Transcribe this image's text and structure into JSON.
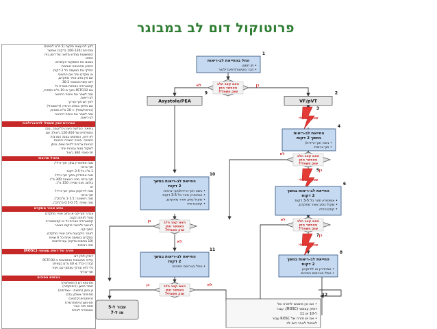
{
  "title": "פרוטוקול דום לב במבוגר",
  "sidebar": {
    "sections": [
      {
        "head": "",
        "lines": [
          "לחץ להיעשות חזקות (5 ס\"מ לפחות)",
          "ומהירות (100-120 בדקה) ואפשר",
          "התפשטות מחדש מלאה של דופן בית",
          "החזה.",
          "צמצם את הפסקות העיסויים.",
          "הימנע מהנשמה מוגזמת.",
          "החלף את המעסה כל 2 דקות,",
          "או מוקדם יותר אם התעייף.",
          "אם אין נתיב אוויר מתקדם,",
          "יחס עיסוי:הנשמה 30:2.",
          "קפנוגרפיה כמותית בצורת גל",
          "אם PETCO2 נמוך מ-10 מ\"מ כספית,",
          "נסה לשפר את איכות החייאה",
          "לב-ריאות.",
          "לחץ דם תוך-עורקי",
          "אם הלחץ בשלב הרפיה (דיאסטולי)",
          "(הרפיה/סולי) < 20 מ\"מ כספית,",
          "נסה לשפר את איכות החייאה",
          "לב-ריאות."
        ]
      },
      {
        "head": "אנרגיית שוק חשמלי לדפיברילציה",
        "lines": [
          "ביפאזי: המלצת היצרן (לדוגמה, מנה",
          "התחלתית של 120-200 ג'אול); אם",
          "לא ידוע, השתמש במנה המרבית",
          "הזמינה. המנה השנייה והמנות",
          "הבאות צריכות להיות שוות, וניתן",
          "לשקול מנות גבוהות יותר.",
          "חד-פאזי: 360 ג'אול"
        ]
      },
      {
        "head": "טיפול תרופתי",
        "lines": [
          "מנת אפינפרין בתוך תוך-ורידי/",
          "תוך-גרמי:",
          "1 מ\"ג כל 3-5 דקות",
          "מנת אמיודרון בתוך תוך-ורידי/",
          "תוך-גרמי: מנה ראשונה 300 מ\"ג",
          "בולוס. מנה שנייה: 150 מ\"ג.",
          "או",
          "מנת לידוקאין בתוך תוך-ורידי/",
          "תוך-גרמי:",
          "מנה ראשונה: 1-1.5 מ\"ג/ק\"ג.",
          "מנה שנייה: 0.5-0.75 מ\"ג/ק\"ג."
        ]
      },
      {
        "head": "נתיב אוויר מתקדם",
        "lines": [
          "צנרור תוך-קני או נתיב אוויר מתקדם",
          "מעל לפתח הקנה.",
          "קפנוגרפיה בצורת גל או קפנומטריה",
          "לאישור ולניטור מיקום הצינור",
          "התוך-קני.",
          "לאחר היקבעות נתיב אוויר מתקדם,",
          "התקדם בנשימה אחת כל 6 שניות",
          "(10 נשימות בדקה) עם לחיצות",
          "חזה רציפות."
        ]
      },
      {
        "head": "חזרה של דופק עצמוני (ROSC)",
        "lines": [
          "דופק ולחץ דם",
          "עלייה פתאומית ומתמשכת ב-PETCO2",
          "(בדרך-כלל ≥ 40 מ\"מ כספית)",
          "גלי לחץ עורקי עצמוני עם ניטור",
          "תוך-עורקי"
        ]
      },
      {
        "head": "גורמים הפיכים",
        "lines": [
          "תת-נפח דם (היפוולמיה)",
          "חוסר חמצן (היפוקסיה)",
          "יון מימן (חמצת - אצידוזיס)",
          "תת-/יתר-אשלגן בדם",
          "(היפו/היפרקלמיה)",
          "תת-חום (היפותרמיה)",
          "מתח חזה אוויר",
          "טמפונדה לבבית"
        ]
      }
    ]
  },
  "flow": {
    "box1": {
      "num": "1",
      "title": "החל בהחייאת לב-ריאות",
      "lines": [
        "תן חמצן",
        "חבר מוניטור/דפיברילטור"
      ]
    },
    "box2": {
      "num": "2",
      "label": "VF/pVT"
    },
    "box9": {
      "num": "9",
      "label": "Asystole/PEA"
    },
    "d1": {
      "lines": [
        "האם קצב הלב",
        "מאפשר מתן",
        "שוק חשמלי?"
      ],
      "yes": "כן",
      "no": "לא"
    },
    "shock3": {
      "num": "3",
      "label": "שוק חשמלי"
    },
    "box4": {
      "num": "4",
      "title": "החייאת לב-ריאות",
      "sub": "במשך 2 דקות",
      "lines": [
        "גישה תוך-ורידית/",
        "תוך-גרמית"
      ]
    },
    "d2": {
      "lines": [
        "האם קצב הלב",
        "מאפשר מתן",
        "שוק חשמלי?"
      ],
      "yes": "כן",
      "no": "לא"
    },
    "shock5": {
      "num": "5",
      "label": "שוק חשמלי"
    },
    "box6": {
      "num": "6",
      "title": "החייאת לב-ריאות במשך",
      "sub": "2 דקות",
      "lines": [
        "אפינפרין חזור כל 3-5 דקות",
        "שקול נתיב אוויר מתקדם,",
        "קפנוגרפיה"
      ]
    },
    "d3": {
      "lines": [
        "האם קצב הלב",
        "מאפשר מתן",
        "שוק חשמלי?"
      ],
      "yes": "כן",
      "no": "לא"
    },
    "shock7": {
      "num": "7",
      "label": "שוק חשמלי"
    },
    "box8": {
      "num": "8",
      "title": "החייאת לב-ריאות במשך",
      "sub": "2 דקות",
      "lines": [
        "אמיודרון או לידוקאין",
        "טפל בגורמים הפיכים"
      ]
    },
    "box10": {
      "num": "10",
      "title": "החייאת לב-ריאות במשך",
      "sub": "2 דקות",
      "lines": [
        "גישה תוך-ורידית/תוך-גרמית",
        "אפינפרין חזור כל 3-5 דקות",
        "שקול נתיב אוויר מתקדם,",
        "קפנוגרפיה"
      ]
    },
    "d4": {
      "lines": [
        "האם קצב הלב",
        "מאפשר מתן",
        "שוק חשמלי?"
      ],
      "yes": "כן",
      "no": "לא"
    },
    "box11": {
      "num": "11",
      "title": "החייאת לב-ריאות במשך",
      "sub": "2 דקות",
      "lines": [
        "טפל בגורמים הפיכים"
      ]
    },
    "d5": {
      "lines": [
        "האם קצב הלב",
        "מאפשר מתן",
        "שוק חשמלי?"
      ],
      "yes": "כן",
      "no": "לא"
    },
    "box12": {
      "num": "12",
      "lines": [
        "אם אין סימנים לחזרה של",
        "דופק עצמוני (ROSC), עבור",
        "ל-10 או 11",
        "אם יש חזרה של ROSC עבור",
        "לטיפול לאחר דום לב"
      ]
    },
    "box_go": {
      "lines": [
        "עבור ל-5",
        "או ל-7"
      ]
    }
  },
  "colors": {
    "box_blue": "#c5d9f1",
    "box_stroke": "#2a4d7a",
    "diamond_fill": "#e0e0e0",
    "shock_red": "#e53935",
    "label_red": "#d32f2f",
    "title_green": "#2e7d32",
    "grey_box": "#e6e6e6"
  }
}
